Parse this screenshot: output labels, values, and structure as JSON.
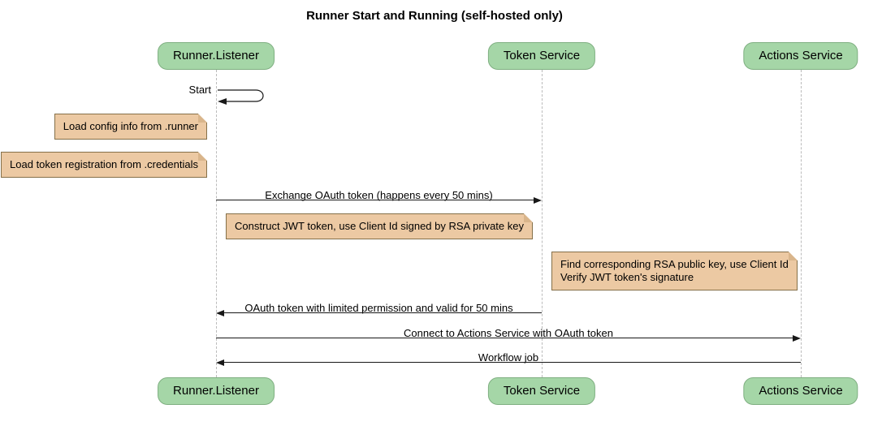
{
  "title": "Runner Start and Running (self-hosted only)",
  "participants": [
    {
      "label": "Runner.Listener"
    },
    {
      "label": "Token Service"
    },
    {
      "label": "Actions Service"
    }
  ],
  "messages": [
    {
      "label": "Start",
      "from": "Runner.Listener",
      "to": "Runner.Listener",
      "kind": "self"
    },
    {
      "label": "Exchange OAuth token (happens every 50 mins)",
      "from": "Runner.Listener",
      "to": "Token Service",
      "kind": "solid"
    },
    {
      "label": "OAuth token with limited permission and valid for 50 mins",
      "from": "Token Service",
      "to": "Runner.Listener",
      "kind": "solid"
    },
    {
      "label": "Connect to Actions Service with OAuth token",
      "from": "Runner.Listener",
      "to": "Actions Service",
      "kind": "solid"
    },
    {
      "label": "Workflow job",
      "from": "Actions Service",
      "to": "Runner.Listener",
      "kind": "solid"
    }
  ],
  "notes": [
    {
      "text": "Load config info from .runner",
      "attached_to": "Runner.Listener",
      "side": "left"
    },
    {
      "text": "Load token registration from .credentials",
      "attached_to": "Runner.Listener",
      "side": "left"
    },
    {
      "text": "Construct JWT token, use Client Id signed by RSA private key",
      "attached_to": "Runner.Listener",
      "side": "right"
    },
    {
      "text": "Find corresponding RSA public key, use Client Id\nVerify JWT token's signature",
      "attached_to": "Token Service",
      "side": "right"
    }
  ],
  "colors": {
    "participant_fill": "#A5D6A7",
    "participant_border": "#7FAF81",
    "note_fill": "#ECC9A3",
    "note_border": "#857049",
    "note_fold": "#D9B58B",
    "lifeline": "#BBBBBB",
    "arrow": "#181818",
    "background": "#FFFFFF",
    "text": "#000000"
  }
}
